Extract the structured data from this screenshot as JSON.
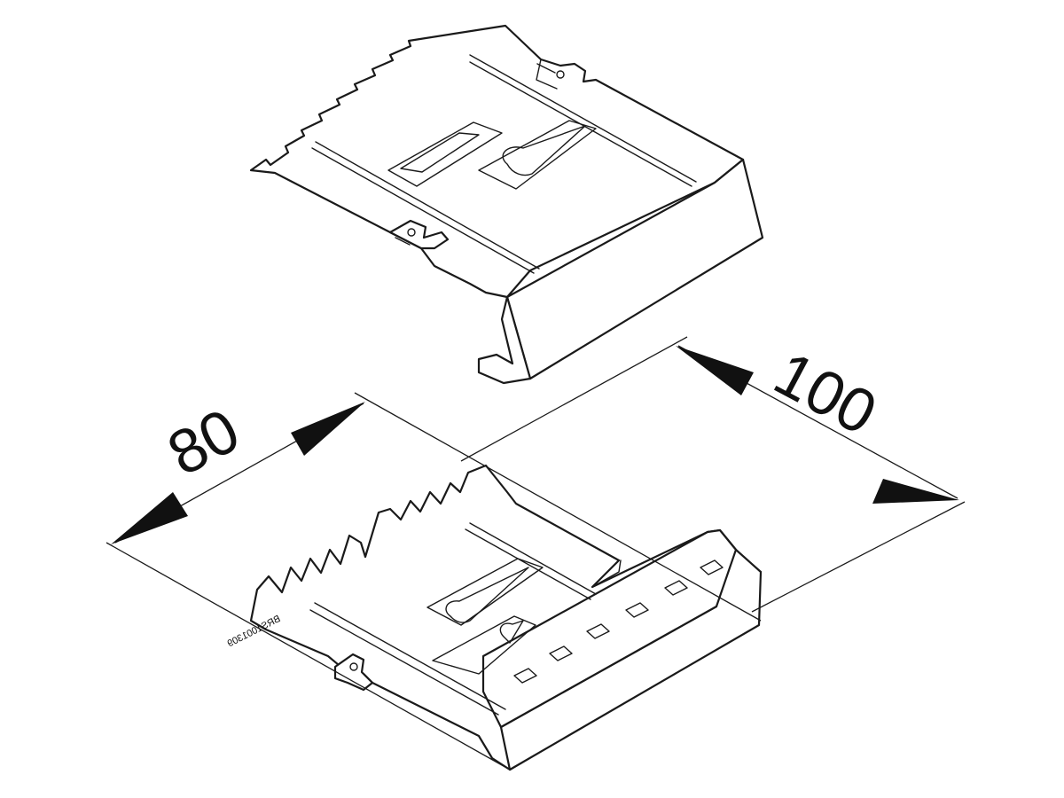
{
  "drawing": {
    "dimension_width": "80",
    "dimension_length": "100",
    "part_number": "BRS1001309"
  },
  "colors": {
    "line": "#1a1a1a",
    "background": "#ffffff"
  }
}
